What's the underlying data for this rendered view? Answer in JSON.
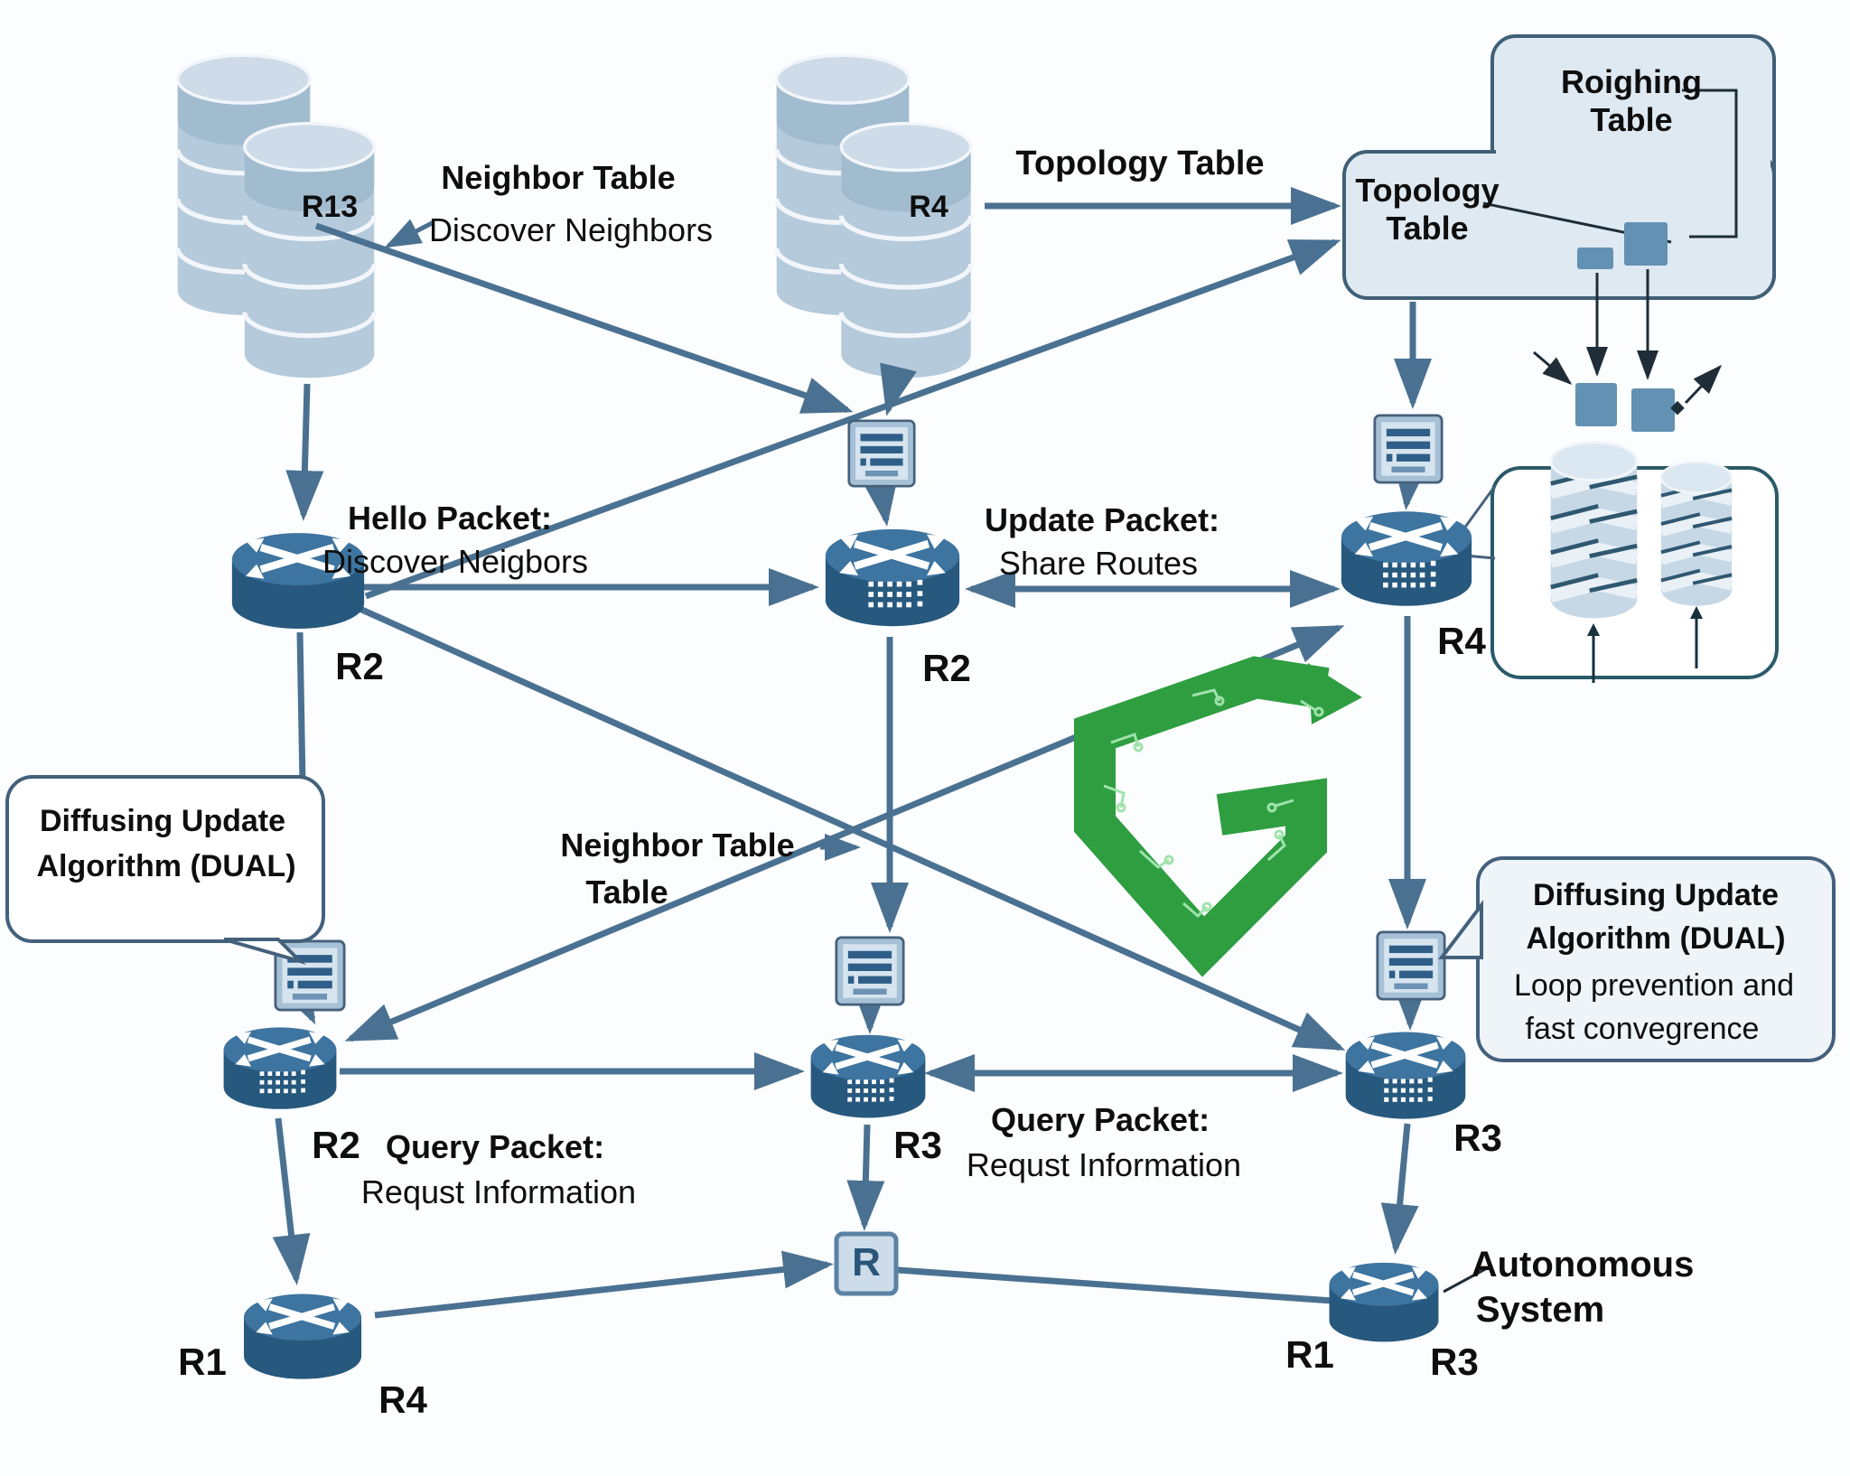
{
  "colors": {
    "line_blue": "#4a7191",
    "router_body": "#27587d",
    "router_top": "#3d74a0",
    "cylinder": "#b5cadb",
    "box_fill": "#dfe9f1",
    "box_stroke": "#3f6076",
    "green_logo": "#2f9e41",
    "packet_bar": "#2f5f88"
  },
  "top": {
    "left_db": {
      "label": "R13"
    },
    "left_caption": {
      "title": "Neighbor Table",
      "subtitle": "Discover Neighbors"
    },
    "mid_db": {
      "label": "R4"
    },
    "mid_caption": {
      "title": "Topology Table"
    },
    "table_box": {
      "routing_line1": "Roighing",
      "routing_line2": "Table",
      "topology_line1": "Topology",
      "topology_line2": "Table"
    }
  },
  "middle": {
    "hello": {
      "title": "Hello Packet:",
      "subtitle": "Discover Neigbors"
    },
    "update": {
      "title": "Update Packet:",
      "subtitle": "Share Routes"
    },
    "neighbor_mid": {
      "line1": "Neighbor Table",
      "line2": "Table"
    },
    "routers": {
      "left": "R2",
      "center": "R2",
      "right": "R4"
    }
  },
  "callouts": {
    "dual_left": {
      "line1": "Diffusing Update",
      "line2": "Algorithm (DUAL)"
    },
    "dual_right": {
      "line1": "Diffusing Update",
      "line2": "Algorithm (DUAL)",
      "line3": "Loop prevention and",
      "line4": "fast convegrence"
    }
  },
  "bottom": {
    "query_left": {
      "title": "Query Packet:",
      "subtitle": "Requst Information"
    },
    "query_right": {
      "title": "Query Packet:",
      "subtitle": "Requst Information"
    },
    "routers": {
      "left": "R2",
      "center": "R3",
      "right": "R3",
      "far_left_a": "R1",
      "far_left_b": "R4",
      "far_right_a": "R1",
      "far_right_b": "R3"
    },
    "r_node": "R",
    "autonomous": {
      "line1": "Autonomous",
      "line2": "System"
    }
  }
}
